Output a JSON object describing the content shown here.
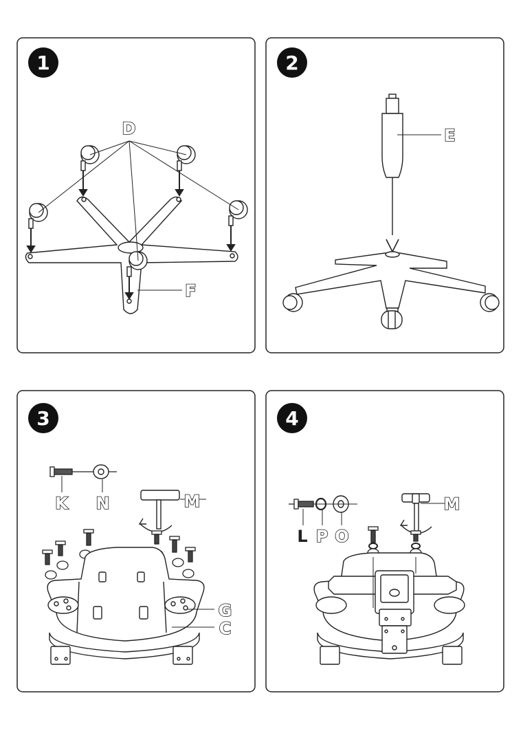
{
  "steps": [
    {
      "number": "1",
      "labels": {
        "caster": "D",
        "base": "F"
      }
    },
    {
      "number": "2",
      "labels": {
        "gas_lift": "E"
      }
    },
    {
      "number": "3",
      "labels": {
        "screw": "K",
        "washer": "N",
        "hex_key": "M",
        "plate": "G",
        "seat": "C"
      }
    },
    {
      "number": "4",
      "labels": {
        "screw": "L",
        "spring_washer": "P",
        "flat_washer": "O",
        "hex_key": "M"
      }
    }
  ]
}
